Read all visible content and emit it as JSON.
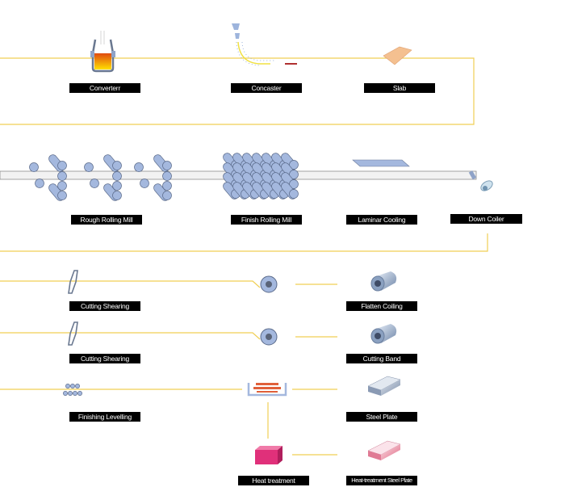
{
  "colors": {
    "flow_line": "#f0cf55",
    "label_bg": "#000000",
    "label_text": "#ffffff",
    "roller": "#a4b8de",
    "roller_stroke": "#5a6a8a"
  },
  "stages": {
    "converter": "Converterr",
    "concaster": "Concaster",
    "slab": "Slab",
    "rough_rolling_mill": "Rough Rolling Mill",
    "finish_rolling_mill": "Finish Rolling Mill",
    "laminar_cooling": "Laminar Cooling",
    "down_coiler": "Down Coiler",
    "cutting_shearing_1": "Cutting Shearing",
    "flatten_coiling": "Flatten Coiling",
    "cutting_shearing_2": "Cutting Shearing",
    "cutting_band": "Cutting Band",
    "finishing_levelling": "Finishing Levelling",
    "steel_plate": "Steel Plate",
    "heat_treatment": "Heat treatment",
    "heat_treatment_steel_plate": "Heat-treatment Steel Plate"
  }
}
